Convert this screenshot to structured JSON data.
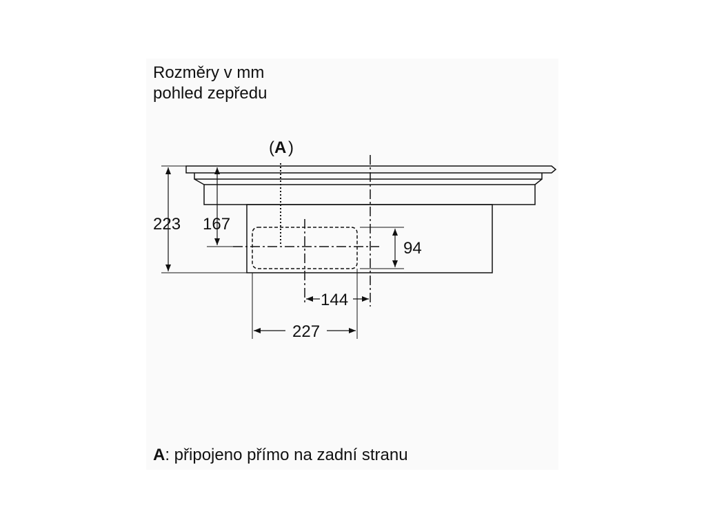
{
  "heading": {
    "line1": "Rozměry v mm",
    "line2": "pohled zepředu"
  },
  "callout": {
    "open": "(",
    "letter": "A",
    "close": ")"
  },
  "dimensions": {
    "total_height": "223",
    "hob_depth": "167",
    "duct_height": "94",
    "duct_offset": "144",
    "duct_width": "227"
  },
  "footnote": {
    "letter": "A",
    "text": ": připojeno přímo na zadní stranu"
  },
  "colors": {
    "line": "#111111",
    "panel": "#fafafa"
  }
}
